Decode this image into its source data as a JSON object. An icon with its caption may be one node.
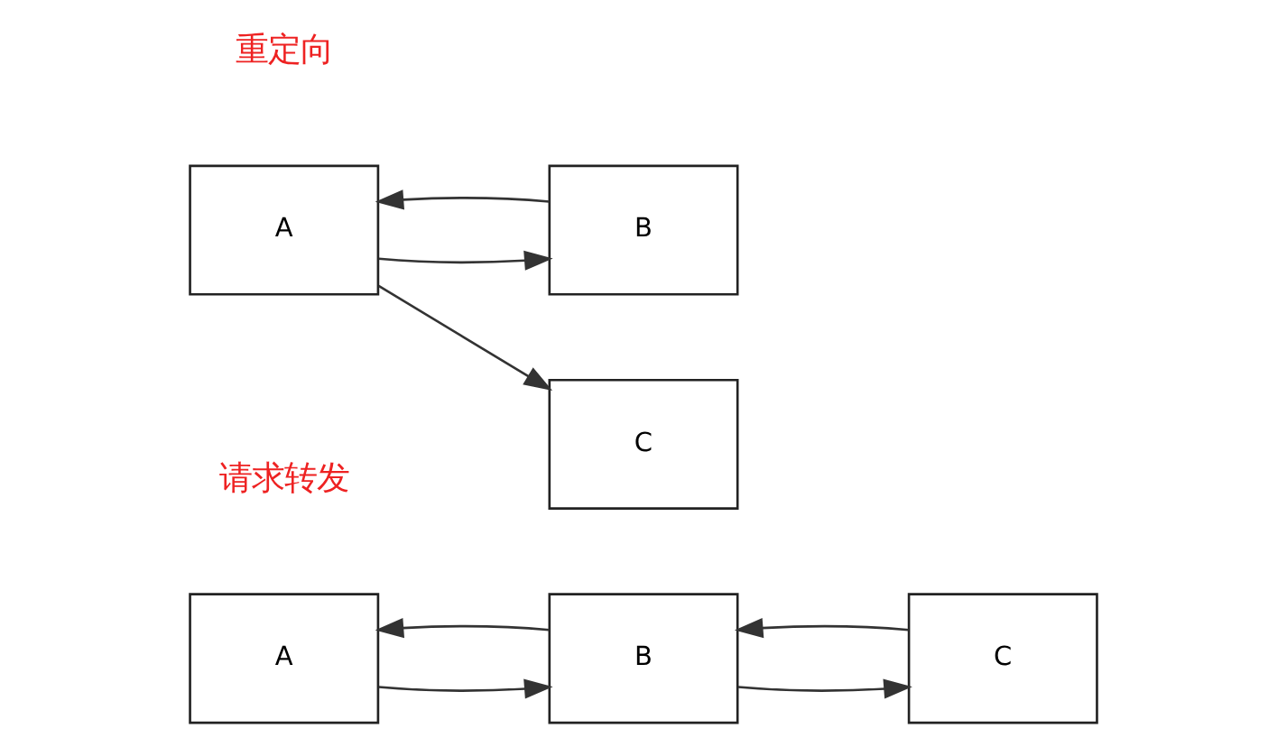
{
  "diagram": {
    "nodes": [
      {
        "text": [
          "A"
        ]
      },
      {
        "text": [
          "B"
        ]
      },
      {
        "text": [
          "C"
        ]
      },
      {
        "text": [
          "A"
        ]
      },
      {
        "text": [
          "B"
        ]
      },
      {
        "text": [
          "C"
        ]
      }
    ],
    "edges": [
      {
        "from": 0,
        "to": 1,
        "arrow": "to"
      },
      {
        "from": 1,
        "to": 0,
        "arrow": "to"
      },
      {
        "from": 1,
        "to": 2,
        "arrow": "to"
      },
      {
        "from": 2,
        "to": 1,
        "arrow": "to"
      },
      {
        "from": 3,
        "to": 4,
        "arrow": "to"
      },
      {
        "from": 4,
        "to": 3,
        "arrow": "to"
      },
      {
        "from": 3,
        "to": 5,
        "arrow": "to"
      }
    ],
    "labels": [
      "请求转发",
      "重定向"
    ]
  }
}
